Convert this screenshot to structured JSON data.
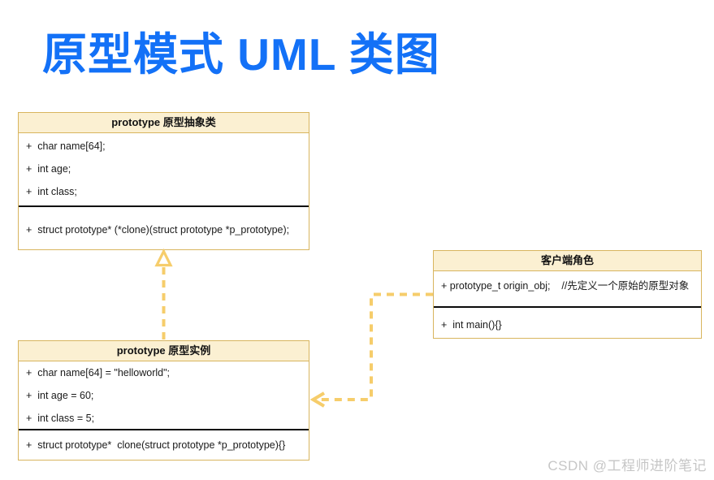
{
  "page": {
    "title": "原型模式 UML 类图",
    "watermark": "CSDN @工程师进阶笔记"
  },
  "colors": {
    "title_blue": "#1371f7",
    "box_border_gold": "#d8b55e",
    "header_fill_cream": "#fbf0d2",
    "arrow_yellow": "#f6cd6b",
    "separator_black": "#0a0a0a",
    "watermark_gray": "#c6c6c6"
  },
  "classes": [
    {
      "name": "prototype 原型抽象类",
      "attributes": [
        "+  char name[64];",
        "+  int age;",
        "+  int class;"
      ],
      "methods": [
        "+  struct prototype* (*clone)(struct prototype *p_prototype);"
      ]
    },
    {
      "name": "客户端角色",
      "attributes": [
        "+ prototype_t origin_obj;    //先定义一个原始的原型对象"
      ],
      "methods": [
        "+  int main(){}"
      ]
    },
    {
      "name": "prototype 原型实例",
      "attributes": [
        "+  char name[64] = \"helloworld\";",
        "+  int age = 60;",
        "+  int class = 5;"
      ],
      "methods": [
        "+  struct prototype*  clone(struct prototype *p_prototype){}"
      ]
    }
  ],
  "relations": [
    {
      "type": "realization",
      "from": "prototype 原型实例",
      "to": "prototype 原型抽象类",
      "line": "dashed",
      "head": "hollow-triangle-up"
    },
    {
      "type": "dependency",
      "from": "客户端角色",
      "to": "prototype 原型实例",
      "line": "dashed",
      "head": "open-arrow-left"
    }
  ]
}
